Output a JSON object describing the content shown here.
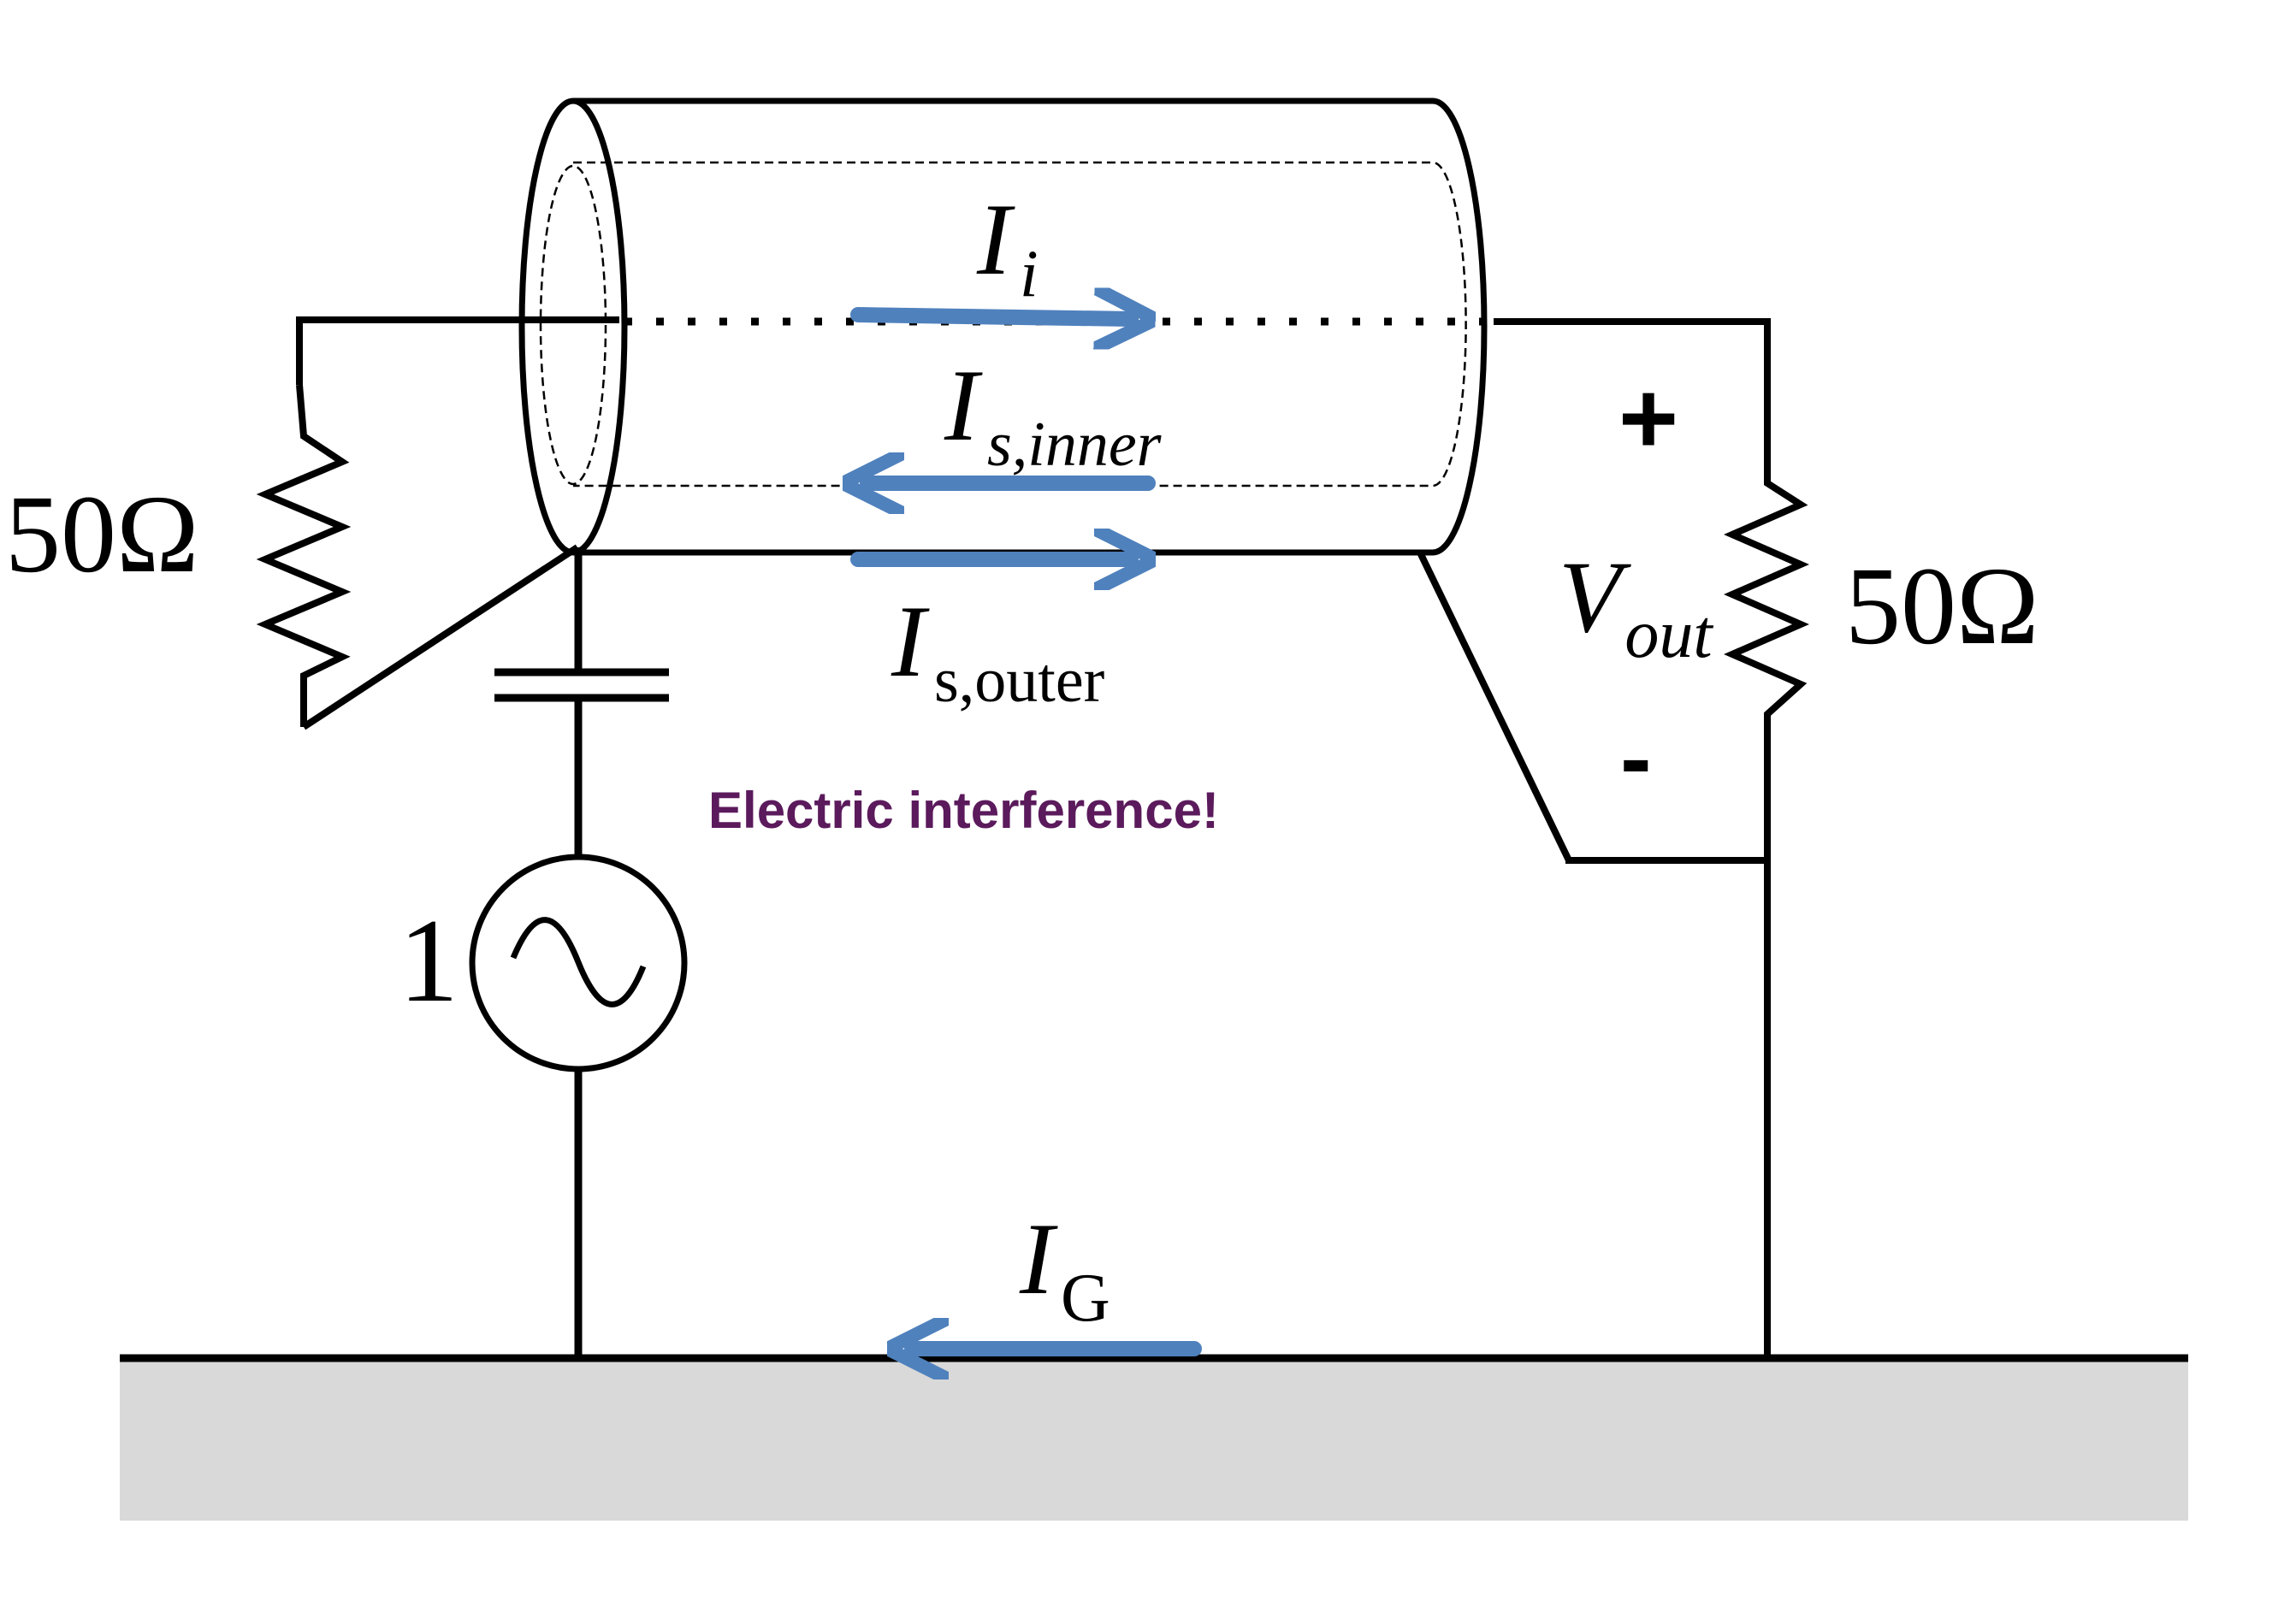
{
  "labels": {
    "resistor_left": "50Ω",
    "resistor_right": "50Ω",
    "source_value": "1",
    "current_inner": {
      "main": "I",
      "sub": "i"
    },
    "current_shield_inner": {
      "main": "I",
      "sub": "s,inner"
    },
    "current_shield_outer": {
      "main": "I",
      "sub": "s,outer"
    },
    "current_ground": {
      "main": "I",
      "sub": "G"
    },
    "vout": {
      "main": "V",
      "sub": "out"
    },
    "plus": "+",
    "minus": "-",
    "interference": "Electric interference!"
  },
  "colors": {
    "wire": "#000000",
    "arrow": "#4f81bd",
    "ground_plane": "#d9d9d9",
    "interference_text": "#5b1a5c"
  }
}
